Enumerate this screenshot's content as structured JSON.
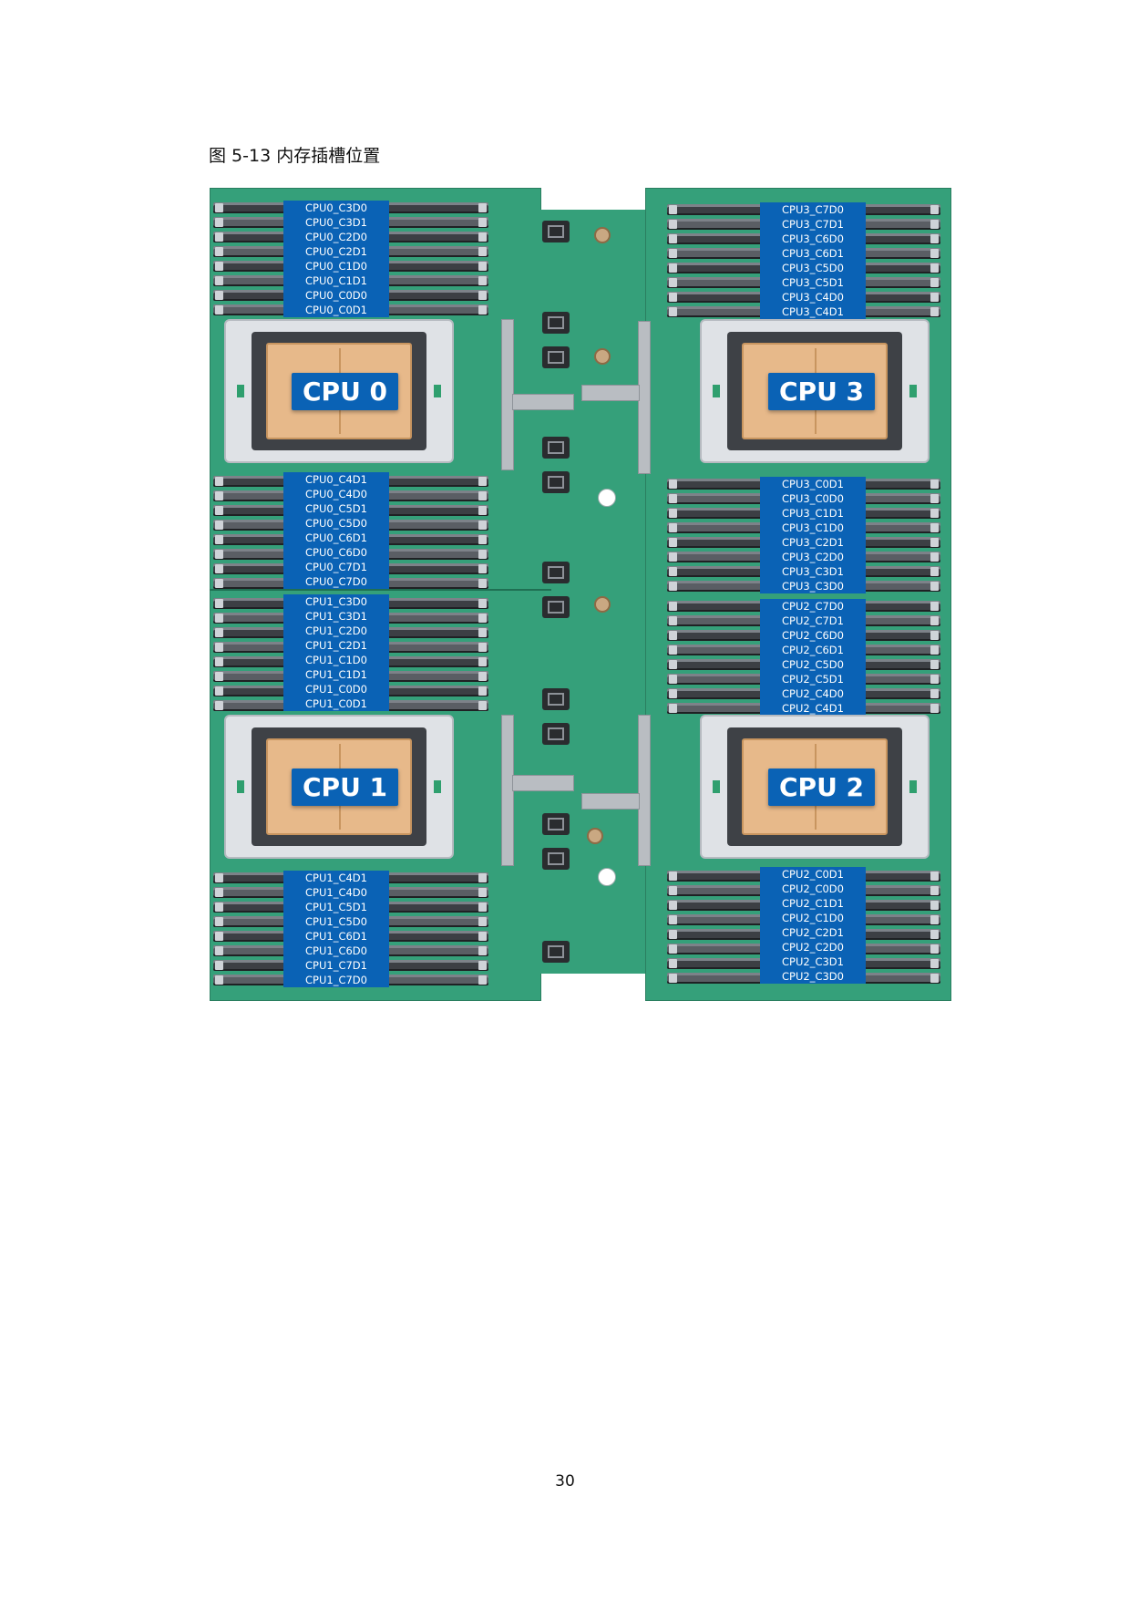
{
  "caption": "图 5-13  内存插槽位置",
  "page_number": "30",
  "cpus": {
    "cpu0": "CPU 0",
    "cpu1": "CPU 1",
    "cpu2": "CPU 2",
    "cpu3": "CPU 3"
  },
  "dimm_labels": {
    "cpu0_top": [
      "CPU0_C3D0",
      "CPU0_C3D1",
      "CPU0_C2D0",
      "CPU0_C2D1",
      "CPU0_C1D0",
      "CPU0_C1D1",
      "CPU0_C0D0",
      "CPU0_C0D1"
    ],
    "cpu0_bottom": [
      "CPU0_C4D1",
      "CPU0_C4D0",
      "CPU0_C5D1",
      "CPU0_C5D0",
      "CPU0_C6D1",
      "CPU0_C6D0",
      "CPU0_C7D1",
      "CPU0_C7D0"
    ],
    "cpu1_top": [
      "CPU1_C3D0",
      "CPU1_C3D1",
      "CPU1_C2D0",
      "CPU1_C2D1",
      "CPU1_C1D0",
      "CPU1_C1D1",
      "CPU1_C0D0",
      "CPU1_C0D1"
    ],
    "cpu1_bottom": [
      "CPU1_C4D1",
      "CPU1_C4D0",
      "CPU1_C5D1",
      "CPU1_C5D0",
      "CPU1_C6D1",
      "CPU1_C6D0",
      "CPU1_C7D1",
      "CPU1_C7D0"
    ],
    "cpu3_top": [
      "CPU3_C7D0",
      "CPU3_C7D1",
      "CPU3_C6D0",
      "CPU3_C6D1",
      "CPU3_C5D0",
      "CPU3_C5D1",
      "CPU3_C4D0",
      "CPU3_C4D1"
    ],
    "cpu3_bottom": [
      "CPU3_C0D1",
      "CPU3_C0D0",
      "CPU3_C1D1",
      "CPU3_C1D0",
      "CPU3_C2D1",
      "CPU3_C2D0",
      "CPU3_C3D1",
      "CPU3_C3D0"
    ],
    "cpu2_top": [
      "CPU2_C7D0",
      "CPU2_C7D1",
      "CPU2_C6D0",
      "CPU2_C6D1",
      "CPU2_C5D0",
      "CPU2_C5D1",
      "CPU2_C4D0",
      "CPU2_C4D1"
    ],
    "cpu2_bottom": [
      "CPU2_C0D1",
      "CPU2_C0D0",
      "CPU2_C1D1",
      "CPU2_C1D0",
      "CPU2_C2D1",
      "CPU2_C2D0",
      "CPU2_C3D1",
      "CPU2_C3D0"
    ]
  },
  "colors": {
    "pcb": "#35a07a",
    "label_bg": "#0a62b5",
    "cpu_die": "#e7b98a"
  }
}
